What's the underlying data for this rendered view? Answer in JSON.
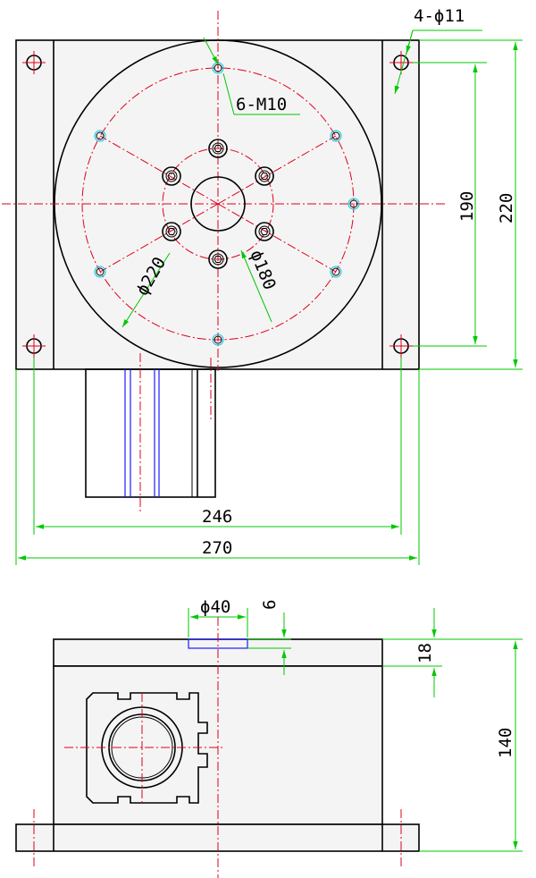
{
  "dimensions": {
    "top_view": {
      "mount_holes": "4-ϕ11",
      "tapped_holes": "6-M10",
      "flange_pcd": "ϕ220",
      "bolt_circle": "ϕ180",
      "hole_spacing_vertical": "190",
      "overall_height": "220",
      "hole_spacing_horizontal": "246",
      "overall_width": "270"
    },
    "front_view": {
      "recess_diameter": "ϕ40",
      "recess_depth": "6",
      "plate_thickness": "18",
      "overall_height": "140"
    }
  }
}
